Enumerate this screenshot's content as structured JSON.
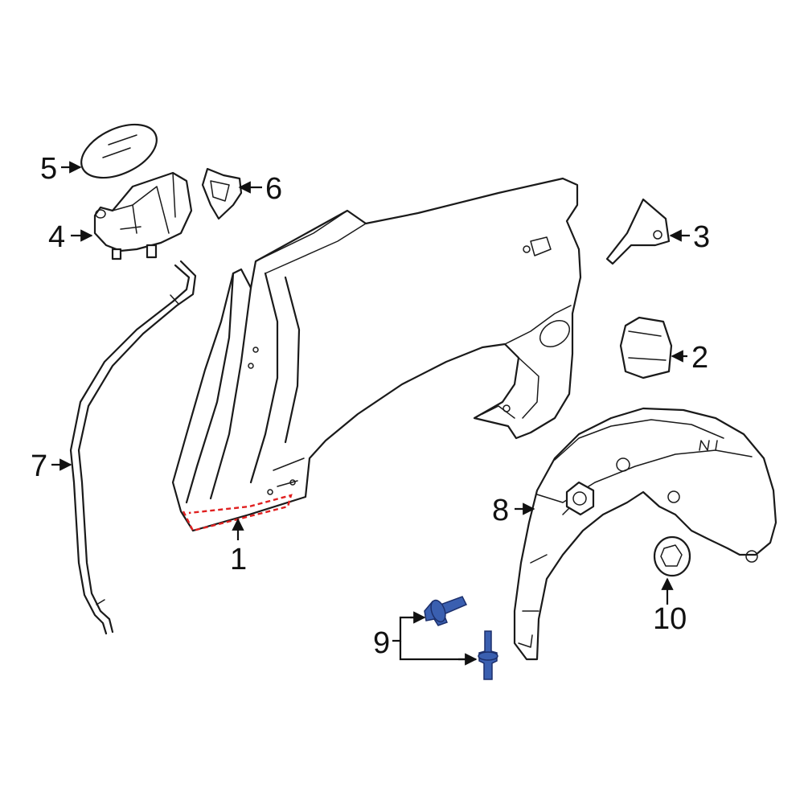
{
  "colors": {
    "outline": "#1a1a1a",
    "highlight_dash": "#e02020",
    "fastener_fill": "#3a5fb0",
    "fastener_stroke": "#1c2f6b",
    "background": "#ffffff"
  },
  "callouts": {
    "c1": "1",
    "c2": "2",
    "c3": "3",
    "c4": "4",
    "c5": "5",
    "c6": "6",
    "c7": "7",
    "c8": "8",
    "c9": "9",
    "c10": "10"
  }
}
